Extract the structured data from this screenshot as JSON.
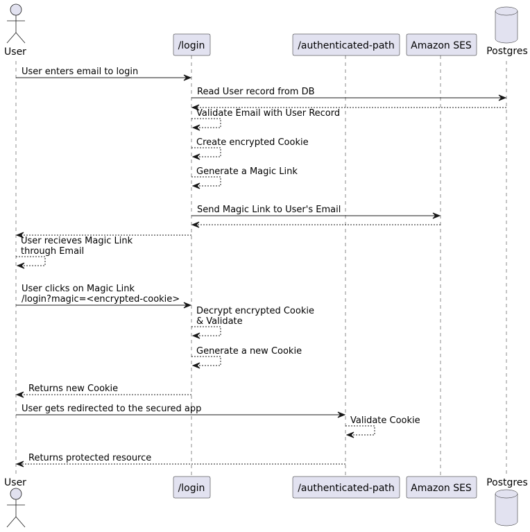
{
  "participants": {
    "user": "User",
    "login": "/login",
    "auth_path": "/authenticated-path",
    "ses": "Amazon SES",
    "postgres": "Postgres"
  },
  "messages": [
    {
      "id": "m1",
      "from": "user",
      "to": "login",
      "style": "solid",
      "label": [
        "User enters email to login"
      ]
    },
    {
      "id": "m2",
      "from": "login",
      "to": "postgres",
      "style": "solid",
      "label": [
        "Read User record from DB"
      ]
    },
    {
      "id": "m3",
      "from": "postgres",
      "to": "login",
      "style": "dashed",
      "label": []
    },
    {
      "id": "m4",
      "from": "login",
      "to": "login",
      "style": "dashed",
      "label": [
        "Validate Email with User Record"
      ]
    },
    {
      "id": "m5",
      "from": "login",
      "to": "login",
      "style": "dashed",
      "label": [
        "Create encrypted Cookie"
      ]
    },
    {
      "id": "m6",
      "from": "login",
      "to": "login",
      "style": "dashed",
      "label": [
        "Generate a Magic Link"
      ]
    },
    {
      "id": "m7",
      "from": "login",
      "to": "ses",
      "style": "solid",
      "label": [
        "Send Magic Link to User's Email"
      ]
    },
    {
      "id": "m8",
      "from": "ses",
      "to": "login",
      "style": "dashed",
      "label": []
    },
    {
      "id": "m9",
      "from": "login",
      "to": "user",
      "style": "dashed",
      "label": []
    },
    {
      "id": "m10",
      "from": "user",
      "to": "user",
      "style": "dashed",
      "label": [
        "User recieves Magic Link",
        "through Email"
      ]
    },
    {
      "id": "m11",
      "from": "user",
      "to": "login",
      "style": "solid",
      "label": [
        "User clicks on Magic Link",
        "/login?magic=<encrypted-cookie>"
      ]
    },
    {
      "id": "m12",
      "from": "login",
      "to": "login",
      "style": "dashed",
      "label": [
        "Decrypt encrypted Cookie",
        "& Validate"
      ]
    },
    {
      "id": "m13",
      "from": "login",
      "to": "login",
      "style": "dashed",
      "label": [
        "Generate a new Cookie"
      ]
    },
    {
      "id": "m14",
      "from": "login",
      "to": "user",
      "style": "dashed",
      "label": [
        "Returns new Cookie"
      ]
    },
    {
      "id": "m15",
      "from": "user",
      "to": "auth_path",
      "style": "solid",
      "label": [
        "User gets redirected to the secured app"
      ]
    },
    {
      "id": "m16",
      "from": "auth_path",
      "to": "auth_path",
      "style": "dashed",
      "label": [
        "Validate Cookie"
      ]
    },
    {
      "id": "m17",
      "from": "auth_path",
      "to": "user",
      "style": "dashed",
      "label": [
        "Returns protected resource"
      ]
    }
  ]
}
